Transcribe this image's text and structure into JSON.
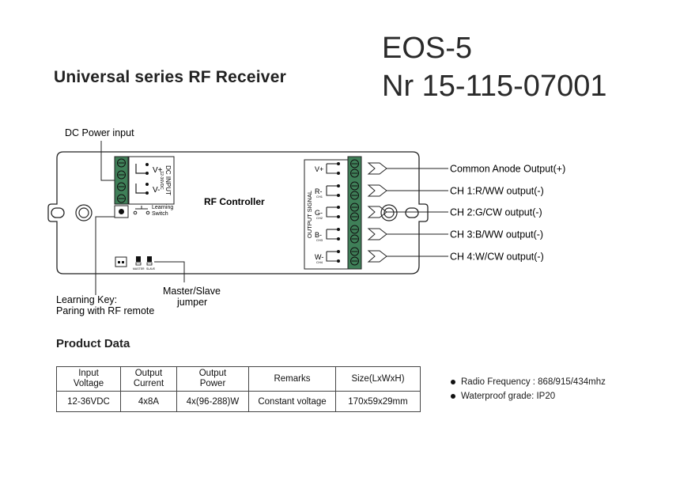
{
  "header": {
    "title": "Universal series RF Receiver",
    "model": "EOS-5",
    "serial": "Nr 15-115-07001"
  },
  "diagram": {
    "center_label": "RF Controller",
    "dc_input_label": "DC INPUT",
    "dc_input_voltage": "12-36VDC",
    "dc_plus": "V+",
    "dc_minus": "V-",
    "learning_switch": [
      "Learning",
      "Switch"
    ],
    "output_signal_label": "OUTPUT SIGNAL",
    "outputs": [
      {
        "terminal": "V+",
        "sub": "",
        "label": "Common Anode Output(+)"
      },
      {
        "terminal": "R-",
        "sub": "CH1",
        "label": "CH 1:R/WW output(-)"
      },
      {
        "terminal": "G-",
        "sub": "CH2",
        "label": "CH 2:G/CW output(-)"
      },
      {
        "terminal": "B-",
        "sub": "CH3",
        "label": "CH 3:B/WW output(-)"
      },
      {
        "terminal": "W-",
        "sub": "CH4",
        "label": "CH 4:W/CW output(-)"
      }
    ],
    "jumper_labels": [
      "MASTER",
      "SLAVE"
    ],
    "callouts": {
      "dc_power": "DC Power input",
      "learning_key_1": "Learning Key:",
      "learning_key_2": "Paring with RF remote",
      "master_slave_1": "Master/Slave",
      "master_slave_2": "jumper"
    }
  },
  "product": {
    "section_title": "Product Data",
    "headers": [
      [
        "Input",
        "Voltage"
      ],
      [
        "Output",
        "Current"
      ],
      [
        "Output",
        "Power"
      ],
      [
        "Remarks"
      ],
      [
        "Size(LxWxH)"
      ]
    ],
    "row": [
      "12-36VDC",
      "4x8A",
      "4x(96-288)W",
      "Constant voltage",
      "170x59x29mm"
    ],
    "bullets": [
      "Radio Frequency : 868/915/434mhz",
      "Waterproof grade: IP20"
    ]
  },
  "colors": {
    "terminal_green": "#3f7f58",
    "line": "#222222"
  }
}
